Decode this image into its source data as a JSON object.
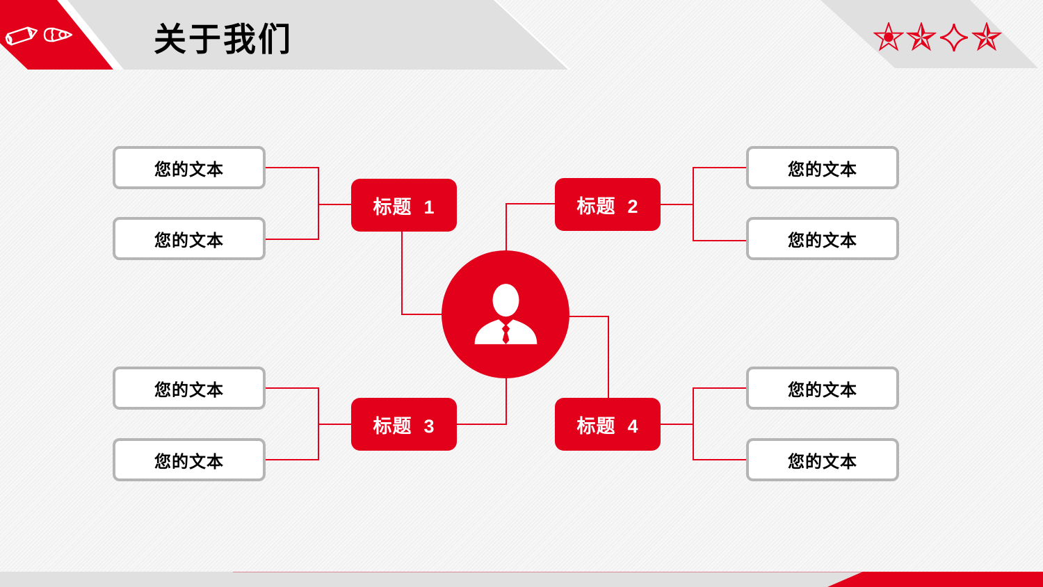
{
  "title": "关于我们",
  "colors": {
    "accent_red": "#e2001a",
    "banner_gray": "#e0e0e0",
    "box_border_gray": "#b5b5b5",
    "box_text_black": "#000000",
    "title_box_text_white": "#ffffff"
  },
  "header": {
    "icons": [
      "pencil-icon",
      "pen-nib-icon"
    ],
    "stars": [
      "star-with-dot-icon",
      "pinwheel-star-icon",
      "four-point-star-icon",
      "pinwheel-star-icon"
    ]
  },
  "diagram": {
    "center": {
      "icon": "person-icon"
    },
    "nodes": [
      {
        "label": "标题  1",
        "texts": [
          "您的文本",
          "您的文本"
        ]
      },
      {
        "label": "标题  2",
        "texts": [
          "您的文本",
          "您的文本"
        ]
      },
      {
        "label": "标题  3",
        "texts": [
          "您的文本",
          "您的文本"
        ]
      },
      {
        "label": "标题  4",
        "texts": [
          "您的文本",
          "您的文本"
        ]
      }
    ]
  }
}
